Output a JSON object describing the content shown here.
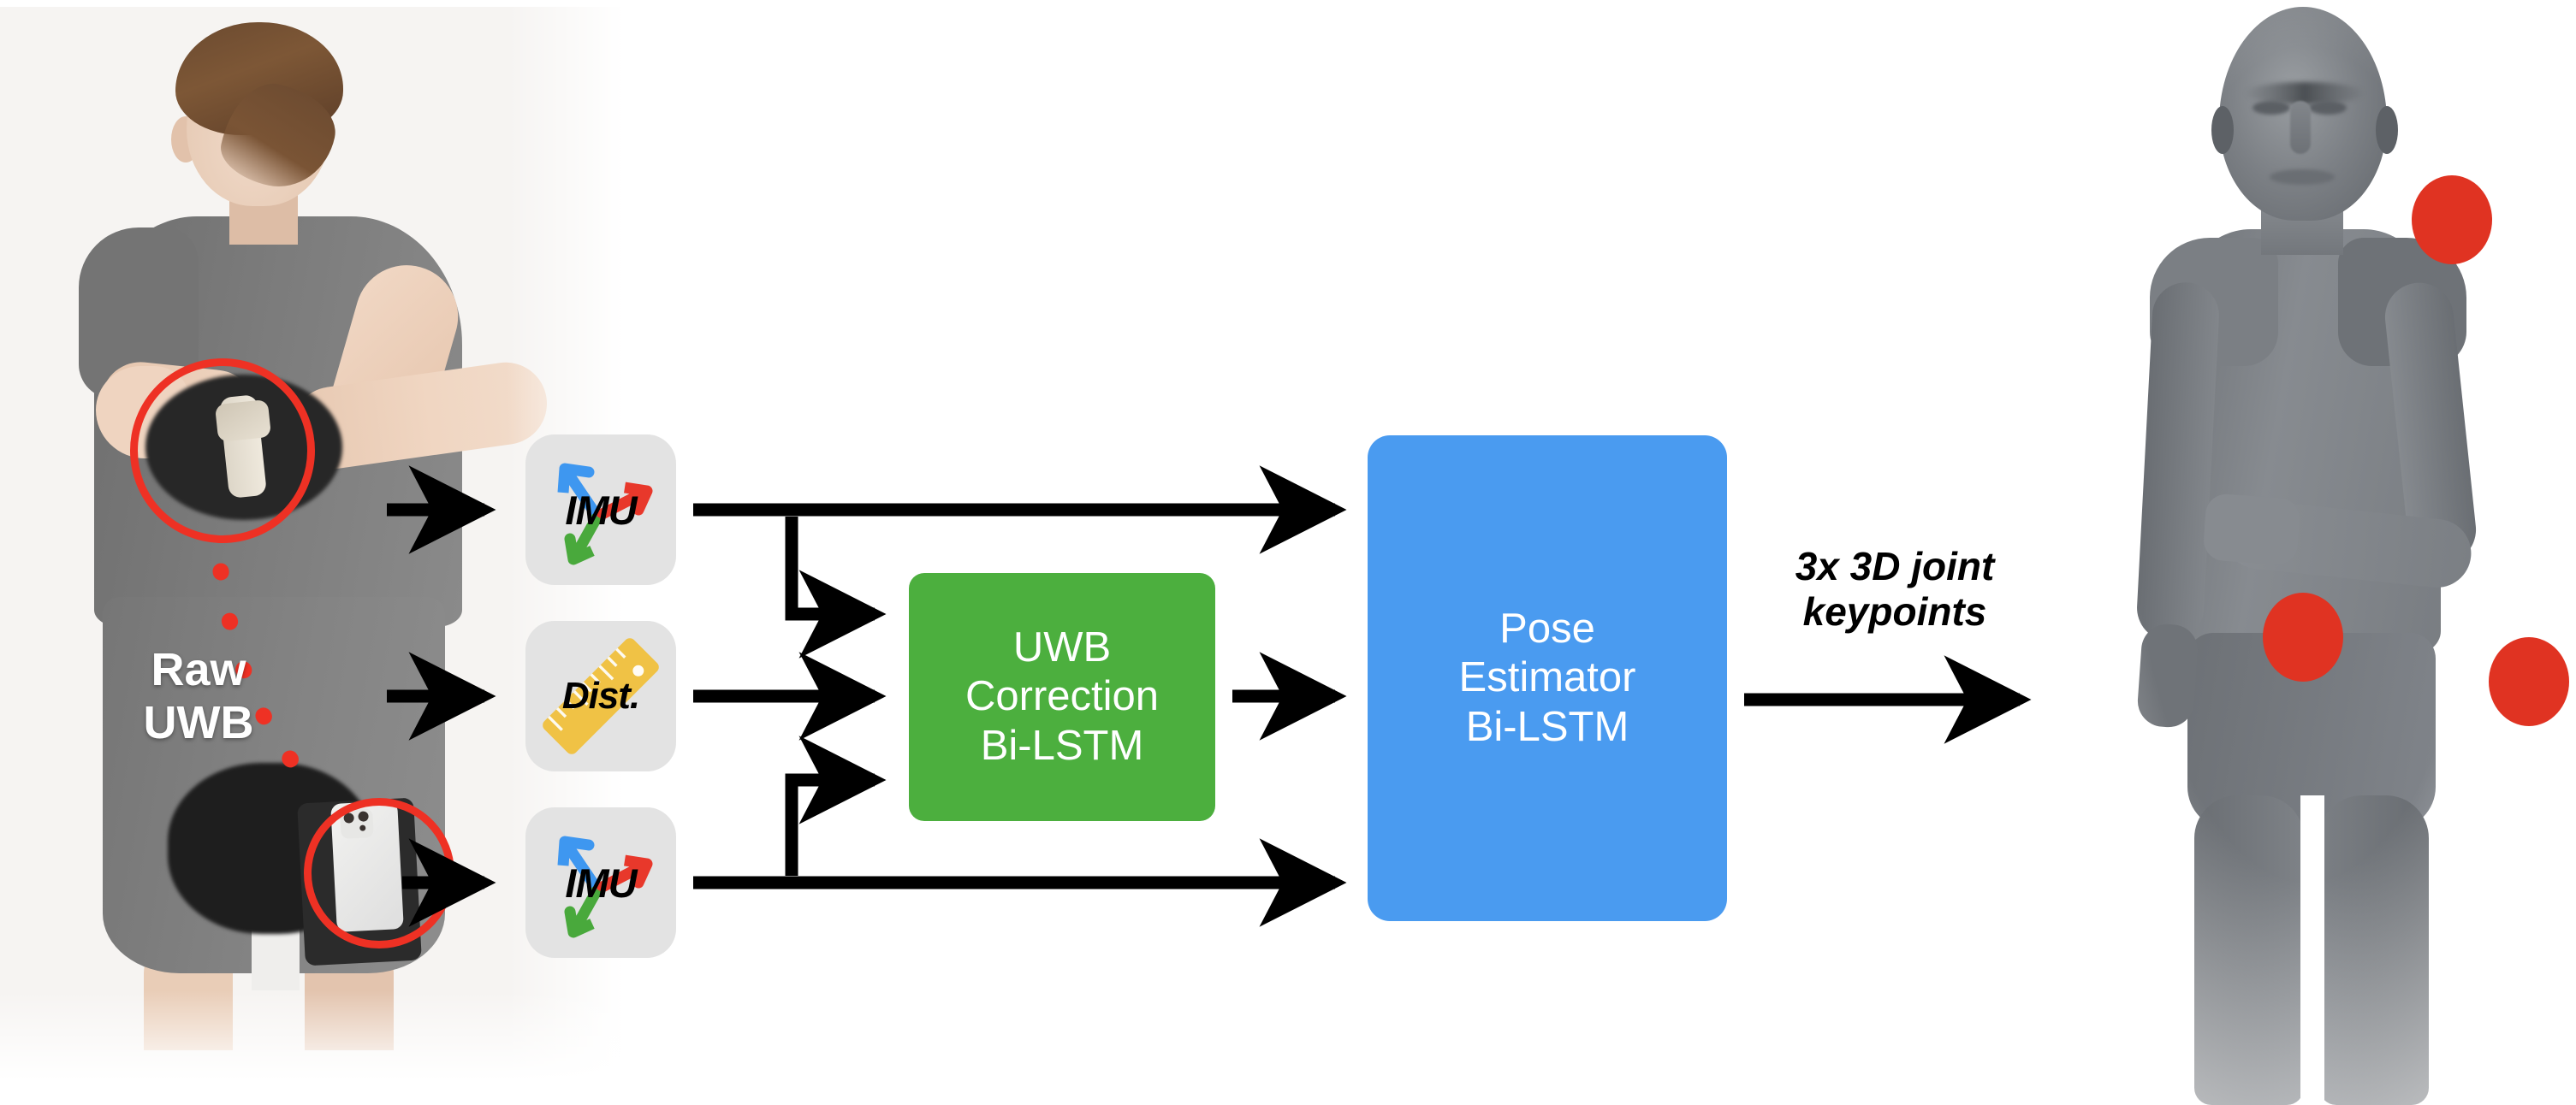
{
  "diagram": {
    "title": "UWB + IMU based 3D arm pose estimation pipeline",
    "colors": {
      "uwb_box": "#4CAF3E",
      "pose_box": "#4A9BF0",
      "tile_bg": "#E3E3E3",
      "highlight_ring": "#EE3124",
      "keypoint": "#E03322",
      "arrow": "#000000",
      "imu_arrow_blue": "#3E97F0",
      "imu_arrow_red": "#E8382B",
      "imu_arrow_green": "#49A93C",
      "ruler": "#F0C245"
    }
  },
  "left_panel": {
    "name": "subject-photo",
    "overlay_label": "Raw\nUWB",
    "overlay_label_line1": "Raw",
    "overlay_label_line2": "UWB",
    "highlights": [
      {
        "name": "smartwatch-highlight",
        "target": "smartwatch-on-wrist"
      },
      {
        "name": "smartphone-highlight",
        "target": "smartphone-in-pocket"
      }
    ],
    "uwb_link": "red-dotted-line"
  },
  "sensor_tiles": [
    {
      "id": "imu-top",
      "label": "IMU",
      "icon": "imu-axes-icon",
      "source": "smartwatch"
    },
    {
      "id": "dist",
      "label": "Dist.",
      "icon": "ruler-icon",
      "source": "uwb-ranging"
    },
    {
      "id": "imu-bot",
      "label": "IMU",
      "icon": "imu-axes-icon",
      "source": "smartphone"
    }
  ],
  "processing_blocks": [
    {
      "id": "uwb-correction",
      "lines": [
        "UWB",
        "Correction",
        "Bi-LSTM"
      ],
      "line1": "UWB",
      "line2": "Correction",
      "line3": "Bi-LSTM",
      "color": "#4CAF3E"
    },
    {
      "id": "pose-estimator",
      "lines": [
        "Pose",
        "Estimator",
        "Bi-LSTM"
      ],
      "line1": "Pose",
      "line2": "Estimator",
      "line3": "Bi-LSTM",
      "color": "#4A9BF0"
    }
  ],
  "output": {
    "label_line1": "3x 3D joint",
    "label_line2": "keypoints",
    "figure": "3d-body-mesh",
    "keypoints": [
      {
        "name": "shoulder-keypoint",
        "joint": "shoulder"
      },
      {
        "name": "elbow-keypoint",
        "joint": "elbow"
      },
      {
        "name": "wrist-keypoint",
        "joint": "wrist"
      }
    ],
    "keypoint_count": 3
  },
  "flows": [
    {
      "from": "imu-top",
      "to": "pose-estimator"
    },
    {
      "from": "imu-top",
      "to": "uwb-correction"
    },
    {
      "from": "dist",
      "to": "uwb-correction"
    },
    {
      "from": "imu-bot",
      "to": "uwb-correction"
    },
    {
      "from": "imu-bot",
      "to": "pose-estimator"
    },
    {
      "from": "uwb-correction",
      "to": "pose-estimator"
    },
    {
      "from": "pose-estimator",
      "to": "3d-body-mesh"
    }
  ]
}
